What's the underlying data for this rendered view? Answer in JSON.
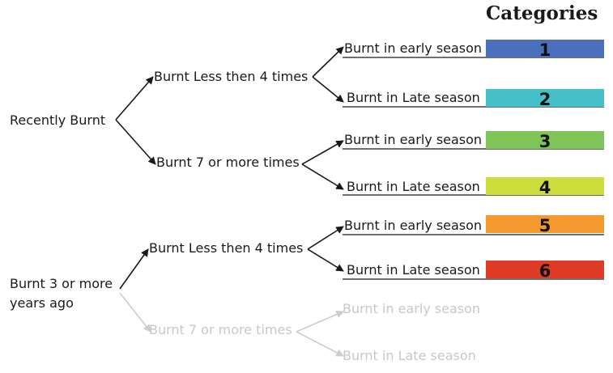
{
  "title": "Categories",
  "roots": {
    "recent": "Recently Burnt",
    "old": "Burnt 3 or more years ago"
  },
  "mid": {
    "r_less": "Burnt Less then 4 times",
    "r_more": "Burnt 7 or more times",
    "o_less": "Burnt Less then 4 times",
    "o_more": "Burnt 7 or more times"
  },
  "leaves": {
    "r_less_early": "Burnt in early season",
    "r_less_late": "Burnt in Late season",
    "r_more_early": "Burnt in early season",
    "r_more_late": "Burnt in Late season",
    "o_less_early": "Burnt in early season",
    "o_less_late": "Burnt in Late season",
    "o_more_early": "Burnt in early season",
    "o_more_late": "Burnt in Late season"
  },
  "categories": [
    {
      "number": "1",
      "color": "#4a6fbd"
    },
    {
      "number": "2",
      "color": "#45c0c8"
    },
    {
      "number": "3",
      "color": "#7fc456"
    },
    {
      "number": "4",
      "color": "#cfdd3c"
    },
    {
      "number": "5",
      "color": "#f3992e"
    },
    {
      "number": "6",
      "color": "#df3b27"
    }
  ],
  "colors": {
    "line": "#1a1a1a",
    "faded": "#cccccc"
  }
}
